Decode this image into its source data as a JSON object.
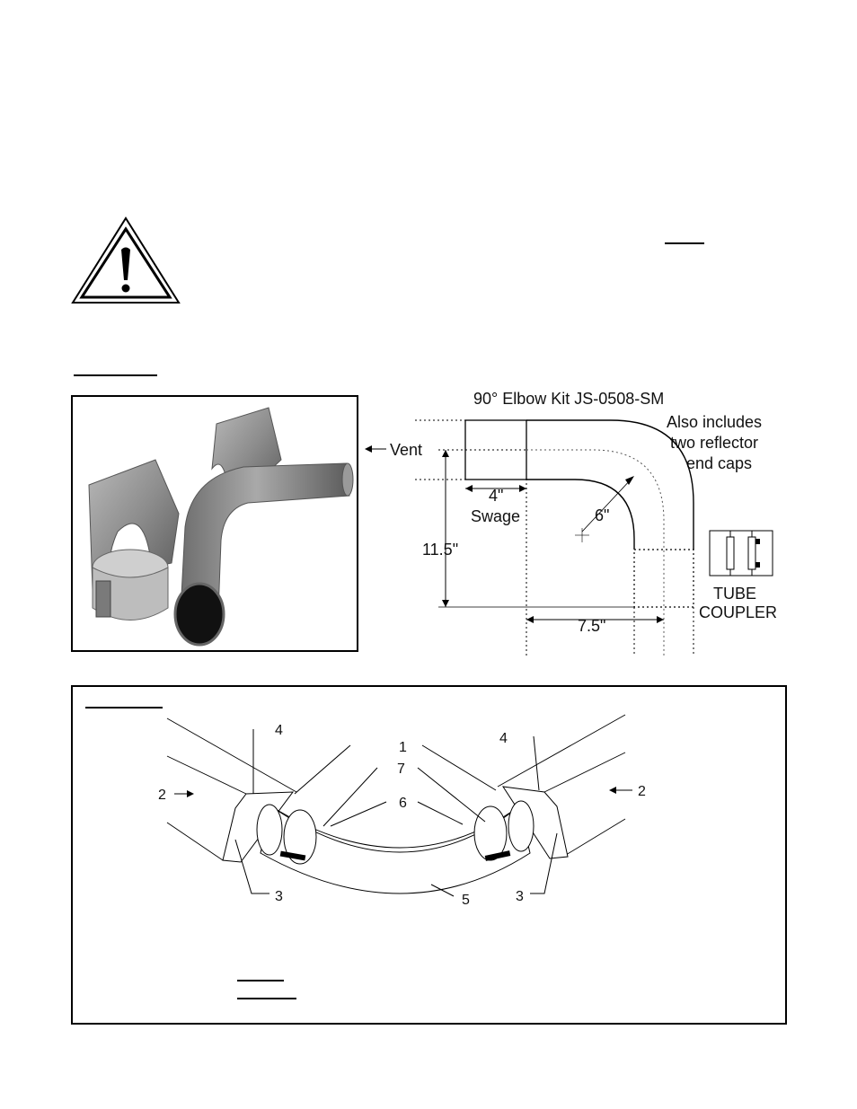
{
  "elbow_diagram": {
    "title": "90° Elbow Kit JS-0508-SM",
    "note_line1": "Also includes",
    "note_line2": "two reflector",
    "note_line3": "end caps",
    "vent_label": "Vent",
    "swage_dim": "4\"",
    "swage_label": "Swage",
    "radius_dim": "6\"",
    "height_dim": "11.5\"",
    "width_dim": "7.5\"",
    "coupler_line1": "TUBE",
    "coupler_line2": "COUPLER"
  },
  "assembly_diagram": {
    "callouts": [
      "1",
      "2",
      "2",
      "3",
      "3",
      "4",
      "4",
      "5",
      "6",
      "7"
    ]
  }
}
